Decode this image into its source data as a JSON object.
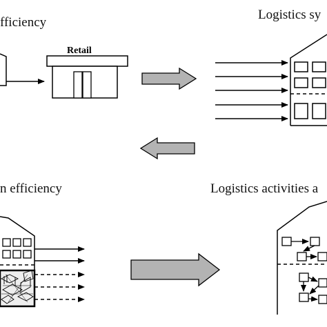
{
  "labels": {
    "top_left": "fficiency",
    "top_right": "Logistics sy",
    "retail": "Retail",
    "bottom_left": "n efficiency",
    "bottom_right": "Logistics activities a"
  },
  "colors": {
    "block_arrow_fill": "#b3b3b3",
    "line": "#000000",
    "background": "#ffffff"
  }
}
